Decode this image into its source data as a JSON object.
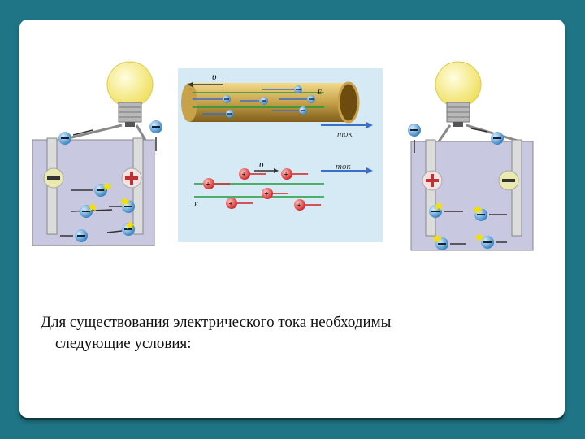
{
  "figures": {
    "conductor": {
      "velocity_label": "υ",
      "field_label": "E",
      "current_label": "ток"
    },
    "charges": {
      "velocity_label": "υ",
      "field_label": "E",
      "current_label": "ток"
    }
  },
  "caption": {
    "line1": "Для существования электрического тока необходимы",
    "line2": "следующие условия:"
  },
  "colors": {
    "background": "#1f7585",
    "slide": "#ffffff",
    "electrolyte": "#c8c8e0",
    "bulb": "#f5ee7a",
    "electron": "#3a90c9",
    "positive_charge": "#e23a3a",
    "arrow_blue": "#3a6fc9",
    "arrow_green": "#1e9a3a"
  }
}
